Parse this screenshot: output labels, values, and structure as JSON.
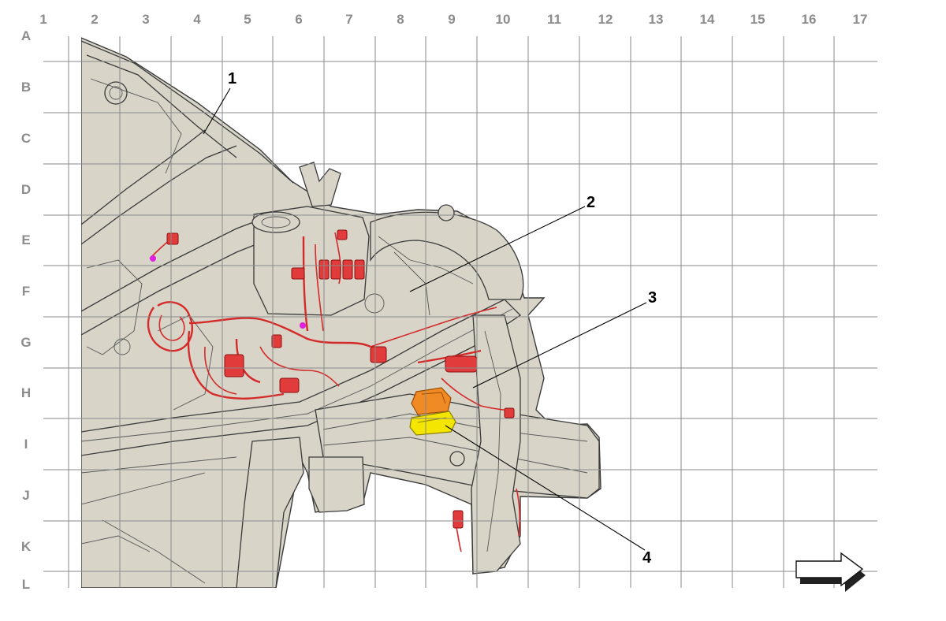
{
  "grid": {
    "columns": [
      "1",
      "2",
      "3",
      "4",
      "5",
      "6",
      "7",
      "8",
      "9",
      "10",
      "11",
      "12",
      "13",
      "14",
      "15",
      "16",
      "17"
    ],
    "rows": [
      "A",
      "B",
      "C",
      "D",
      "E",
      "F",
      "G",
      "H",
      "I",
      "J",
      "K",
      "L"
    ]
  },
  "callouts": [
    {
      "id": "1",
      "label": "1"
    },
    {
      "id": "2",
      "label": "2"
    },
    {
      "id": "3",
      "label": "3"
    },
    {
      "id": "4",
      "label": "4"
    }
  ],
  "colors": {
    "vehicle_body": "#d8d4c8",
    "harness": "#d42a2a",
    "component_3": "#f08a24",
    "component_4": "#f5e600",
    "marker": "#e020e0",
    "grid": "#8a8a8a"
  },
  "direction_arrow": {
    "icon": "arrow-right-icon"
  }
}
